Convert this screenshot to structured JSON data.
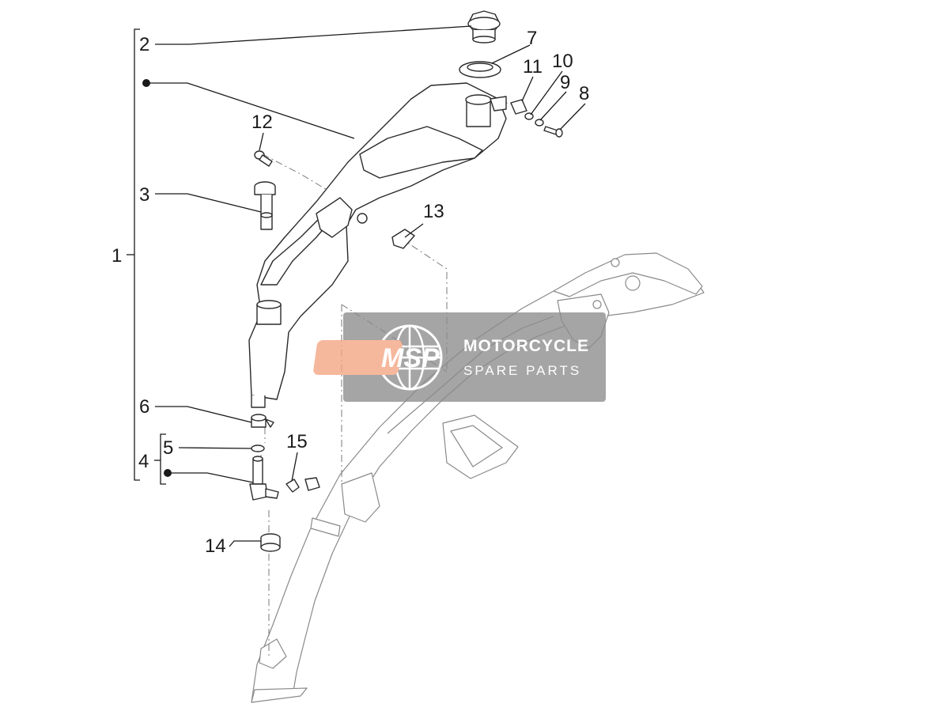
{
  "diagram": {
    "callouts": [
      {
        "id": "1",
        "label": "1"
      },
      {
        "id": "2",
        "label": "2"
      },
      {
        "id": "3",
        "label": "3"
      },
      {
        "id": "4",
        "label": "4"
      },
      {
        "id": "5",
        "label": "5"
      },
      {
        "id": "6",
        "label": "6"
      },
      {
        "id": "7",
        "label": "7"
      },
      {
        "id": "8",
        "label": "8"
      },
      {
        "id": "9",
        "label": "9"
      },
      {
        "id": "10",
        "label": "10"
      },
      {
        "id": "11",
        "label": "11"
      },
      {
        "id": "12",
        "label": "12"
      },
      {
        "id": "13",
        "label": "13"
      },
      {
        "id": "14",
        "label": "14"
      },
      {
        "id": "15",
        "label": "15"
      }
    ]
  },
  "watermark": {
    "logo_text": "MSP",
    "title": "MOTORCYCLE",
    "subtitle": "SPARE PARTS",
    "badge_color": "#f4a582",
    "box_color": "#8c8c8c"
  }
}
